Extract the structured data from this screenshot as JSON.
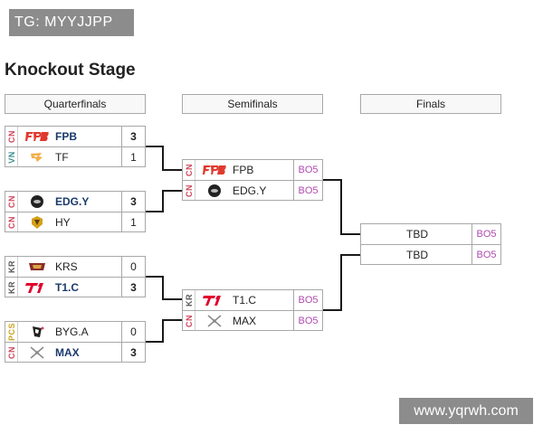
{
  "watermark_top": "TG: MYYJJPP",
  "watermark_bottom": "www.yqrwh.com",
  "title": "Knockout Stage",
  "stages": {
    "quarterfinals": "Quarterfinals",
    "semifinals": "Semifinals",
    "finals": "Finals"
  },
  "quarterfinals": [
    {
      "teams": [
        {
          "region": "CN",
          "logo": "fpb-logo",
          "name": "FPB",
          "score": "3",
          "winner": true
        },
        {
          "region": "VN",
          "logo": "tf-logo",
          "name": "TF",
          "score": "1",
          "winner": false
        }
      ]
    },
    {
      "teams": [
        {
          "region": "CN",
          "logo": "edgy-logo",
          "name": "EDG.Y",
          "score": "3",
          "winner": true
        },
        {
          "region": "CN",
          "logo": "hy-logo",
          "name": "HY",
          "score": "1",
          "winner": false
        }
      ]
    },
    {
      "teams": [
        {
          "region": "KR",
          "logo": "krs-logo",
          "name": "KRS",
          "score": "0",
          "winner": false
        },
        {
          "region": "KR",
          "logo": "t1c-logo",
          "name": "T1.C",
          "score": "3",
          "winner": true
        }
      ]
    },
    {
      "teams": [
        {
          "region": "PCS",
          "logo": "byga-logo",
          "name": "BYG.A",
          "score": "0",
          "winner": false
        },
        {
          "region": "CN",
          "logo": "max-logo",
          "name": "MAX",
          "score": "3",
          "winner": true
        }
      ]
    }
  ],
  "semifinals": [
    {
      "teams": [
        {
          "region": "CN",
          "logo": "fpb-logo",
          "name": "FPB",
          "format": "BO5"
        },
        {
          "region": "CN",
          "logo": "edgy-logo",
          "name": "EDG.Y",
          "format": "BO5"
        }
      ]
    },
    {
      "teams": [
        {
          "region": "KR",
          "logo": "t1c-logo",
          "name": "T1.C",
          "format": "BO5"
        },
        {
          "region": "CN",
          "logo": "max-logo",
          "name": "MAX",
          "format": "BO5"
        }
      ]
    }
  ],
  "finals": {
    "teams": [
      {
        "name": "TBD",
        "format": "BO5"
      },
      {
        "name": "TBD",
        "format": "BO5"
      }
    ]
  },
  "colors": {
    "border": "#a8a8a8",
    "bo5": "#b04ab0",
    "winner_name": "#1a3a6b",
    "region_cn": "#d0465a"
  }
}
